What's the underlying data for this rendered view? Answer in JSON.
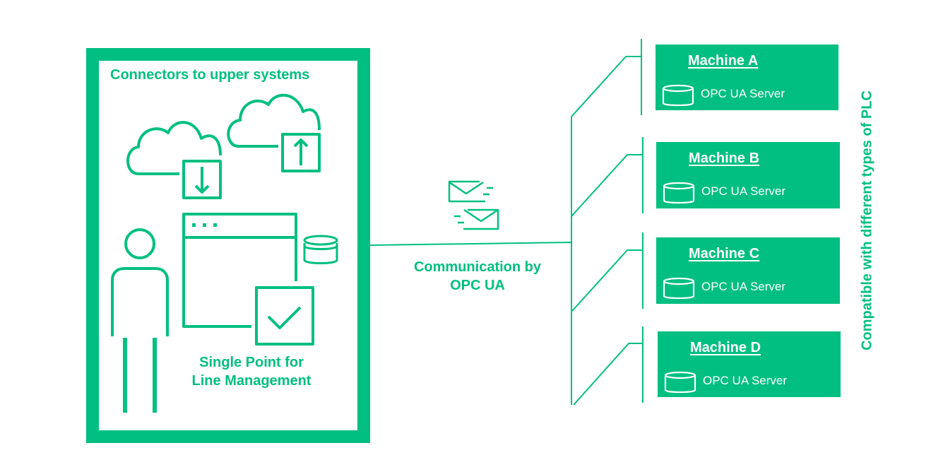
{
  "colors": {
    "accent": "#00bf80",
    "background": "#ffffff",
    "card_text": "#ffffff"
  },
  "left_panel": {
    "title": "Connectors to upper systems",
    "icons": [
      "cloud-download-icon",
      "cloud-upload-icon",
      "person-icon",
      "app-window-icon",
      "database-icon",
      "checkbox-check-icon"
    ],
    "bottom_label_line1": "Single Point for",
    "bottom_label_line2": "Line Management"
  },
  "communication": {
    "icons": [
      "mail-send-icon",
      "mail-receive-icon"
    ],
    "label_line1": "Communication by",
    "label_line2": "OPC UA"
  },
  "machines": [
    {
      "title": "Machine A",
      "server": "OPC UA Server"
    },
    {
      "title": "Machine B",
      "server": "OPC UA Server"
    },
    {
      "title": "Machine C",
      "server": "OPC UA Server"
    },
    {
      "title": "Machine D",
      "server": "OPC UA Server"
    }
  ],
  "side_label": "Compatible with different types of PLC"
}
